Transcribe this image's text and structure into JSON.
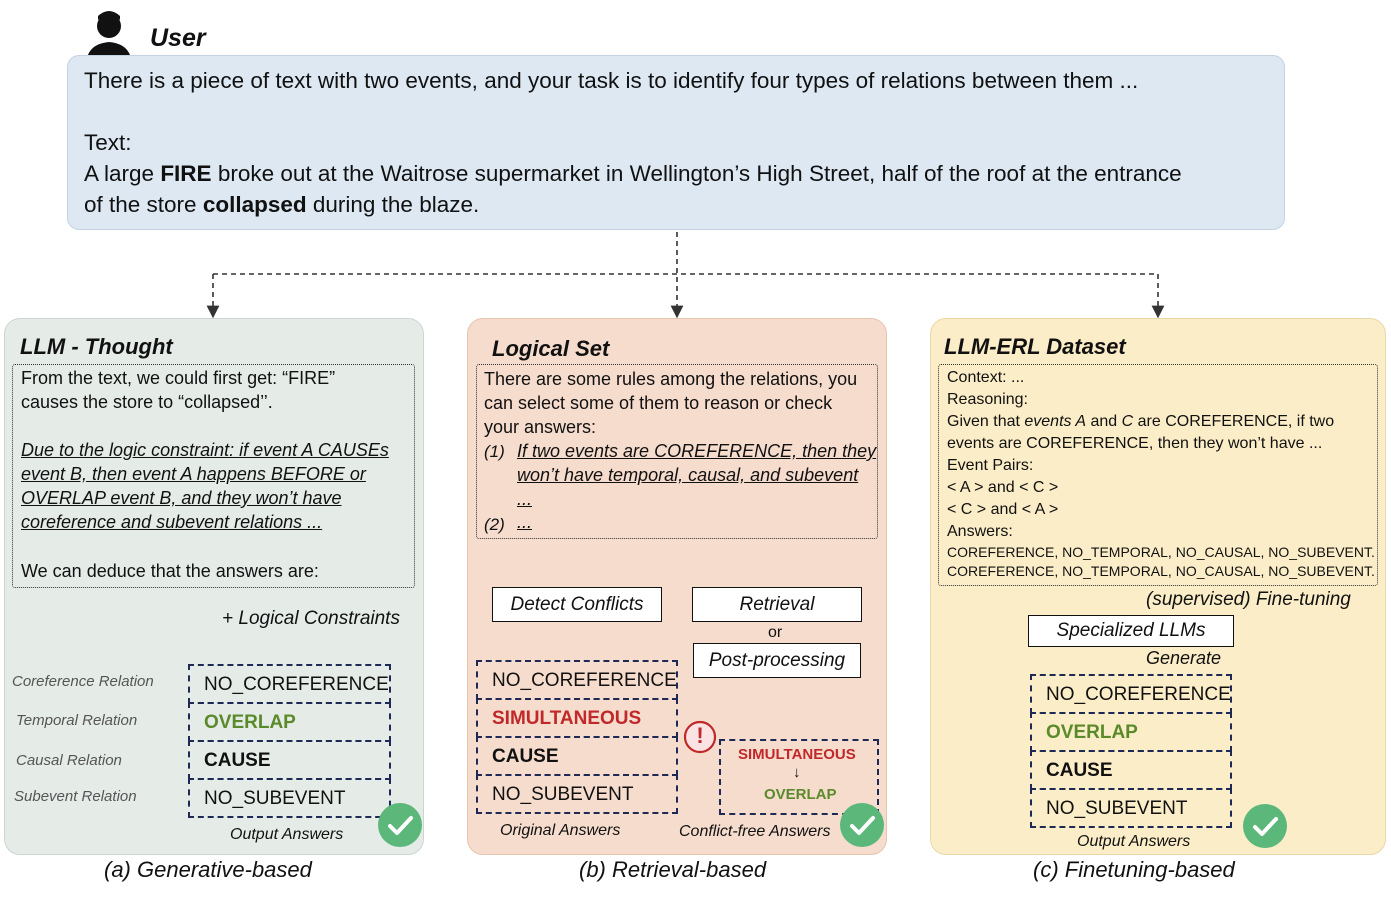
{
  "user": {
    "label": "User",
    "line1": "There is a piece of text with two events, and your task is to identify four types of relations between them ...",
    "text_label": "Text:",
    "sentence_a": "A large ",
    "sentence_fire": "FIRE",
    "sentence_b": " broke out at the Waitrose supermarket in Wellington’s High Street, half of the roof at the entrance",
    "sentence_c": "of the store ",
    "sentence_collapsed": "collapsed",
    "sentence_d": " during the blaze."
  },
  "panel_a": {
    "title": "LLM - Thought",
    "lines": [
      "From the text, we could first get: “FIRE”",
      "causes the store to  “collapsed’’."
    ],
    "italic_lines": [
      "Due to the logic constraint: if event A CAUSEs",
      "event B, then event A happens BEFORE or",
      "OVERLAP event B, and they won’t have",
      "coreference and subevent relations ..."
    ],
    "deduce": "We can deduce that the answers are:",
    "constraint_label": "+ Logical Constraints",
    "side_labels": [
      "Coreference Relation",
      "Temporal Relation",
      "Causal Relation",
      "Subevent Relation"
    ],
    "answers": [
      "NO_COREFERENCE",
      "OVERLAP",
      "CAUSE",
      "NO_SUBEVENT"
    ],
    "output_label": "Output Answers",
    "caption": "(a) Generative-based"
  },
  "panel_b": {
    "title": "Logical Set",
    "lines": [
      "There are some rules among the relations, you",
      "can select some of them to reason or check",
      "your answers:"
    ],
    "rule1_num": "(1)",
    "rule1_lines": [
      "If two events are COREFERENCE, then they",
      "won’t have temporal, causal, and subevent",
      "..."
    ],
    "rule2_num": "(2)",
    "rule2_text": "...",
    "detect_label": "Detect Conflicts",
    "retrieval_label": "Retrieval",
    "or_label": "or",
    "postproc_label": "Post-processing",
    "original_answers": [
      "NO_COREFERENCE",
      "SIMULTANEOUS",
      "CAUSE",
      "NO_SUBEVENT"
    ],
    "original_label": "Original Answers",
    "conflict_top": "SIMULTANEOUS",
    "conflict_arrow": "↓",
    "conflict_bottom": "OVERLAP",
    "conflict_free_label": "Conflict-free Answers",
    "alert": "!",
    "caption": "(b) Retrieval-based"
  },
  "panel_c": {
    "title": "LLM-ERL Dataset",
    "context": "Context: ...",
    "reasoning": "Reasoning:",
    "given_a": "Given that ",
    "given_events": "events A",
    "given_and": " and ",
    "given_c": "C",
    "given_b": " are COREFERENCE, if two",
    "given_line2": "events are COREFERENCE, then they won’t have ...",
    "pairs_label": "Event Pairs:",
    "pair1": "< A > and < C >",
    "pair2": "< C > and < A >",
    "answers_label": "Answers:",
    "ans1": "COREFERENCE, NO_TEMPORAL, NO_CAUSAL, NO_SUBEVENT.",
    "ans2": "COREFERENCE, NO_TEMPORAL, NO_CAUSAL, NO_SUBEVENT.",
    "finetune_label": "(supervised) Fine-tuning",
    "specialized_label": "Specialized LLMs",
    "generate_label": "Generate",
    "answers": [
      "NO_COREFERENCE",
      "OVERLAP",
      "CAUSE",
      "NO_SUBEVENT"
    ],
    "output_label": "Output Answers",
    "caption": "(c) Finetuning-based"
  },
  "colors": {
    "green": "#5a8a2a",
    "red": "#c0282a",
    "navy": "#1e2a55",
    "check": "#5cb87a"
  }
}
